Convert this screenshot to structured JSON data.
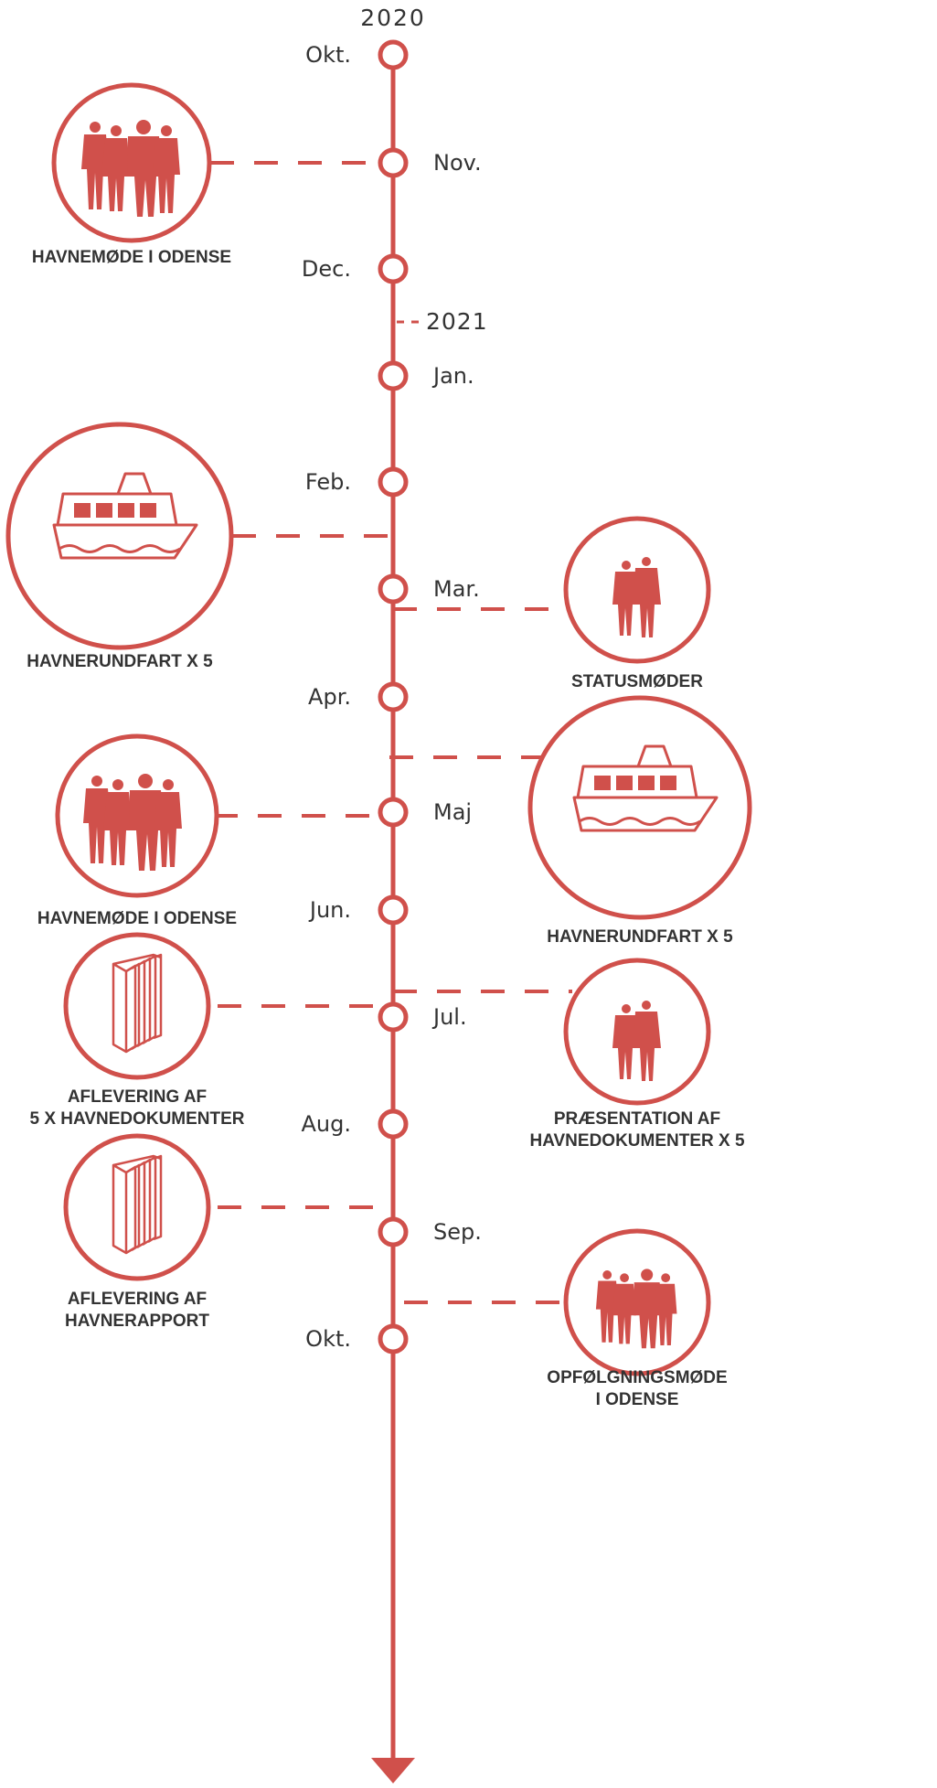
{
  "timeline": {
    "start_year": "2020",
    "mid_year": "2021",
    "months": [
      {
        "label": "Okt.",
        "side": "left"
      },
      {
        "label": "Nov.",
        "side": "right"
      },
      {
        "label": "Dec.",
        "side": "left"
      },
      {
        "label": "Jan.",
        "side": "right"
      },
      {
        "label": "Feb.",
        "side": "left"
      },
      {
        "label": "Mar.",
        "side": "right"
      },
      {
        "label": "Apr.",
        "side": "left"
      },
      {
        "label": "Maj",
        "side": "right"
      },
      {
        "label": "Jun.",
        "side": "left"
      },
      {
        "label": "Jul.",
        "side": "right"
      },
      {
        "label": "Aug.",
        "side": "left"
      },
      {
        "label": "Sep.",
        "side": "right"
      },
      {
        "label": "Okt.",
        "side": "left"
      }
    ]
  },
  "events": [
    {
      "lines": [
        "HAVNEMØDE I ODENSE"
      ],
      "icon": "group-four-people-icon",
      "side": "left"
    },
    {
      "lines": [
        "HAVNERUNDFART X 5"
      ],
      "icon": "boat-icon",
      "side": "left"
    },
    {
      "lines": [
        "STATUSMØDER"
      ],
      "icon": "group-two-people-icon",
      "side": "right"
    },
    {
      "lines": [
        "HAVNERUNDFART X 5"
      ],
      "icon": "boat-icon",
      "side": "right"
    },
    {
      "lines": [
        "HAVNEMØDE I ODENSE"
      ],
      "icon": "group-four-people-icon",
      "side": "left"
    },
    {
      "lines": [
        "AFLEVERING AF",
        "5 X HAVNEDOKUMENTER"
      ],
      "icon": "book-icon",
      "side": "left"
    },
    {
      "lines": [
        "PRÆSENTATION AF",
        "HAVNEDOKUMENTER X 5"
      ],
      "icon": "group-two-people-icon",
      "side": "right"
    },
    {
      "lines": [
        "AFLEVERING AF",
        "HAVNERAPPORT"
      ],
      "icon": "book-icon",
      "side": "left"
    },
    {
      "lines": [
        "OPFØLGNINGSMØDE",
        "I ODENSE"
      ],
      "icon": "group-four-people-icon",
      "side": "right"
    }
  ],
  "colors": {
    "accent": "#d0504b",
    "text": "#333333"
  }
}
